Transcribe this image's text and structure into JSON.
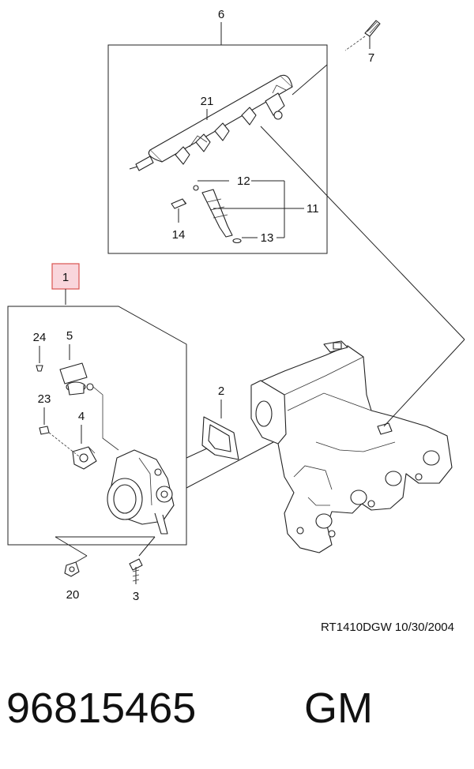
{
  "callouts": {
    "c1": "1",
    "c2": "2",
    "c3": "3",
    "c4": "4",
    "c5": "5",
    "c6": "6",
    "c7": "7",
    "c11": "11",
    "c12": "12",
    "c13": "13",
    "c14": "14",
    "c20": "20",
    "c21": "21",
    "c23": "23",
    "c24": "24"
  },
  "reference": "RT1410DGW  10/30/2004",
  "part_number": "96815465",
  "brand": "GM",
  "colors": {
    "highlight_fill": "#f9d6dc",
    "highlight_stroke": "#d9534f"
  }
}
